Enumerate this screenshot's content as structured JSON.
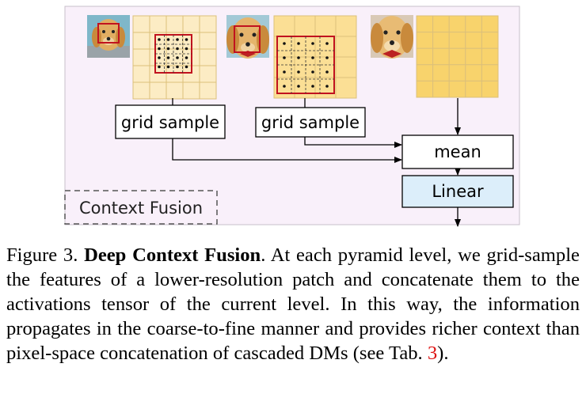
{
  "diagram": {
    "labels": {
      "grid_sample_1": "grid sample",
      "grid_sample_2": "grid sample",
      "mean": "mean",
      "linear": "Linear",
      "context_fusion": "Context Fusion"
    },
    "colors": {
      "panel_bg": "#f9f0fa",
      "grid_light": "#fcecc4",
      "grid_mid": "#fbdf95",
      "grid_dark": "#f8d36c",
      "grid_line": "#dcc07a",
      "highlight": "#c1121f",
      "linear_fill": "#dceefa"
    }
  },
  "caption": {
    "figure_label": "Figure 3.",
    "title": "Deep Context Fusion",
    "body_1": ". At each pyramid level, we grid-sample the features of a lower-resolution patch and concatenate them to the activations tensor of the current level. In this way, the information propagates in the coarse-to-fine manner and provides richer context than pixel-space concatenation of cascaded DMs (see Tab. ",
    "table_ref": "3",
    "body_2": ")."
  }
}
